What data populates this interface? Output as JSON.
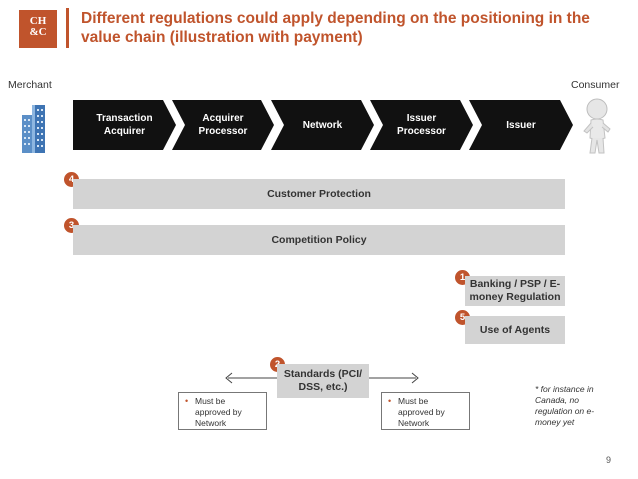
{
  "header": {
    "logo_line1": "CH",
    "logo_line2": "&C",
    "title": "Different regulations could apply depending on the positioning in the value chain (illustration with payment)"
  },
  "parties": {
    "left": "Merchant",
    "right": "Consumer"
  },
  "value_chain": [
    {
      "line1": "Transaction",
      "line2": "Acquirer"
    },
    {
      "line1": "Acquirer",
      "line2": "Processor"
    },
    {
      "line1": "Network",
      "line2": ""
    },
    {
      "line1": "Issuer",
      "line2": "Processor"
    },
    {
      "line1": "Issuer",
      "line2": ""
    }
  ],
  "regulations": {
    "customer_protection": {
      "number": "4",
      "label": "Customer Protection"
    },
    "competition_policy": {
      "number": "3",
      "label": "Competition Policy"
    },
    "banking": {
      "number": "1",
      "line1": "Banking / PSP / E-",
      "line2": "money Regulation"
    },
    "agents": {
      "number": "5",
      "label": "Use of Agents"
    },
    "standards": {
      "number": "2",
      "line1": "Standards (PCI/",
      "line2": "DSS, etc.)"
    }
  },
  "notes": {
    "left": {
      "bullet": "•",
      "line1": "Must be",
      "line2": "approved by",
      "line3": "Network"
    },
    "right": {
      "bullet": "•",
      "line1": "Must be",
      "line2": "approved by",
      "line3": "Network"
    }
  },
  "footnote": {
    "line1": "* for instance in",
    "line2": "Canada, no",
    "line3": "regulation on e-",
    "line4": "money yet"
  },
  "page_number": "9",
  "colors": {
    "accent": "#c0542c",
    "chevron": "#111111",
    "bar": "#d3d3d3"
  }
}
